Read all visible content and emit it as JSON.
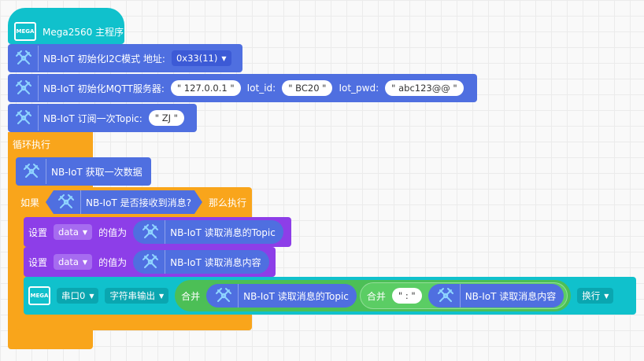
{
  "colors": {
    "nbiot": "#4f6fe0",
    "board": "#10c1cc",
    "control": "#f9a51b",
    "variable": "#8d3ee8",
    "text_join": "#4cbf56"
  },
  "main": {
    "title": "Mega2560 主程序",
    "icon": "MEGA"
  },
  "init_i2c": {
    "label": "NB-IoT 初始化I2C模式 地址:",
    "address": "0x33(11)",
    "icon": "nbiot-icon"
  },
  "init_mqtt": {
    "label": "NB-IoT 初始化MQTT服务器:",
    "server": "\" 127.0.0.1 \"",
    "iot_id_label": "Iot_id:",
    "iot_id": "\" BC20 \"",
    "iot_pwd_label": "Iot_pwd:",
    "iot_pwd": "\" abc123@@ \""
  },
  "subscribe": {
    "label": "NB-IoT 订阅一次Topic:",
    "topic": "\" ZJ \""
  },
  "loop": {
    "label": "循环执行"
  },
  "fetch": {
    "label": "NB-IoT 获取一次数据"
  },
  "if_block": {
    "if_label": "如果",
    "condition": "NB-IoT 是否接收到消息?",
    "then_label": "那么执行"
  },
  "set1": {
    "set_label": "设置",
    "var": "data",
    "value_label": "的值为",
    "reporter": "NB-IoT 读取消息的Topic"
  },
  "set2": {
    "set_label": "设置",
    "var": "data",
    "value_label": "的值为",
    "reporter": "NB-IoT 读取消息内容"
  },
  "serial": {
    "icon": "MEGA",
    "port": "串口0",
    "mode": "字符串输出",
    "join_label": "合并",
    "topic_reporter": "NB-IoT 读取消息的Topic",
    "join2_label": "合并",
    "separator": "\" : \"",
    "content_reporter": "NB-IoT 读取消息内容",
    "newline": "换行"
  }
}
